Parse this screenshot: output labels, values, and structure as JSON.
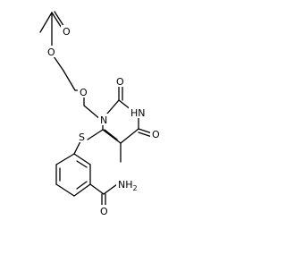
{
  "molecule": {
    "atoms": {
      "o_ketone_acetyl": "O",
      "o_ester": "O",
      "o_ether": "O",
      "n1": "N",
      "o_c2": "O",
      "nh": "HN",
      "o_c4": "O",
      "s": "S",
      "amide_n": "NH",
      "amide_n_subscript": "2",
      "amide_o": "O"
    }
  }
}
